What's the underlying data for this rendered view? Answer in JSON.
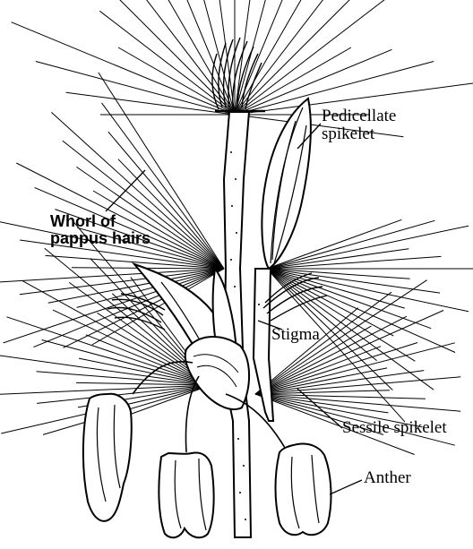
{
  "labels": {
    "pedicellate": "Pedicellate\nspikelet",
    "whorl": "Whorl of\npappus hairs",
    "stigma": "Stigma",
    "sessile": "Sessile spikelet",
    "anther": "Anther"
  },
  "colors": {
    "ink": "#000000",
    "paper": "#ffffff"
  }
}
